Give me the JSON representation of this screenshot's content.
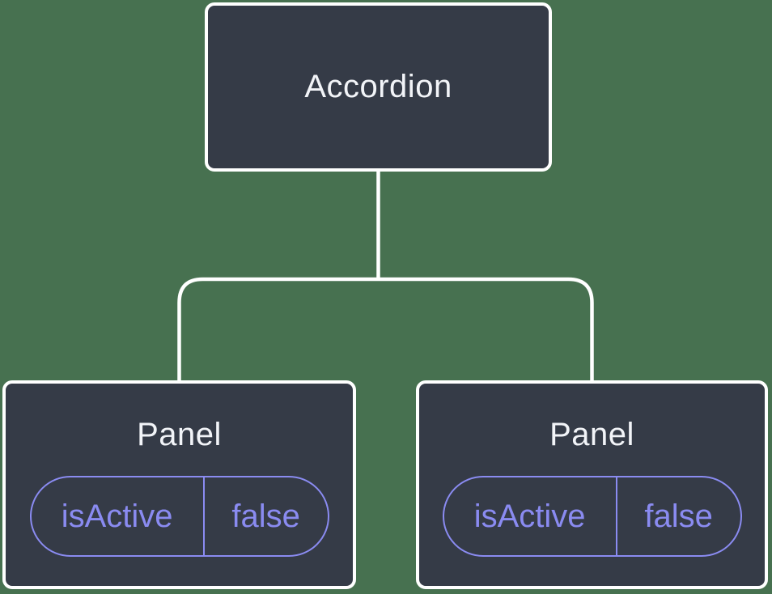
{
  "diagram": {
    "type": "component-tree",
    "colors": {
      "background": "#477150",
      "node_fill": "#353b47",
      "node_border": "#ffffff",
      "edge": "#ffffff",
      "label_text": "#f2f4f8",
      "accent": "#8a8bf1"
    },
    "root_node": {
      "label": "Accordion"
    },
    "child_nodes": [
      {
        "label": "Panel",
        "prop_name": "isActive",
        "prop_value": "false"
      },
      {
        "label": "Panel",
        "prop_name": "isActive",
        "prop_value": "false"
      }
    ]
  }
}
